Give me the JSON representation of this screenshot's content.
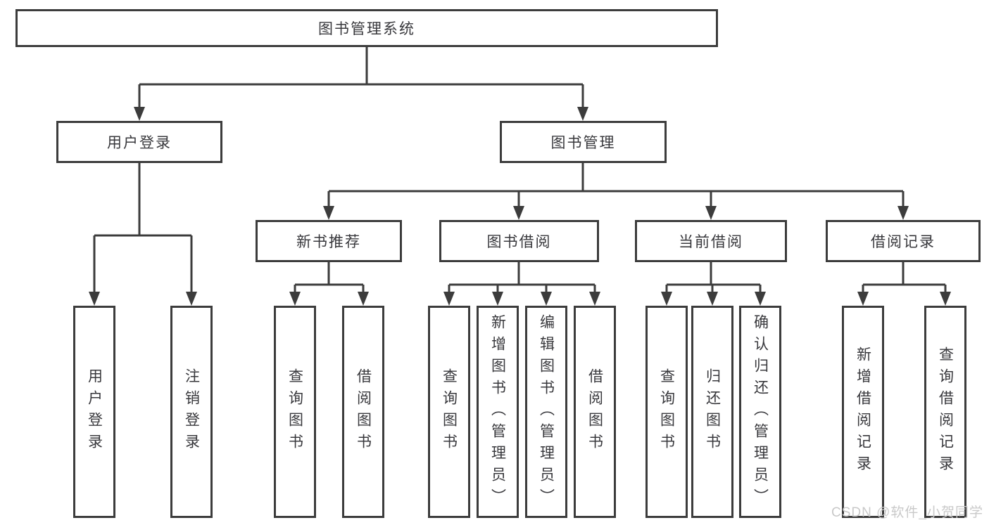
{
  "colors": {
    "line": "#3c3c3c",
    "box_border": "#3c3c3c",
    "text": "#38383c",
    "watermark": "#c9c9c9",
    "background": "#ffffff"
  },
  "watermark": "CSDN @软件_小贺同学",
  "tree": {
    "root": {
      "label": "图书管理系统",
      "children": [
        {
          "label": "用户登录",
          "children": [
            {
              "label": "用户登录"
            },
            {
              "label": "注销登录"
            }
          ]
        },
        {
          "label": "图书管理",
          "children": [
            {
              "label": "新书推荐",
              "children": [
                {
                  "label": "查询图书"
                },
                {
                  "label": "借阅图书"
                }
              ]
            },
            {
              "label": "图书借阅",
              "children": [
                {
                  "label": "查询图书"
                },
                {
                  "label": "新增图书（管理员）"
                },
                {
                  "label": "编辑图书（管理员）"
                },
                {
                  "label": "借阅图书"
                }
              ]
            },
            {
              "label": "当前借阅",
              "children": [
                {
                  "label": "查询图书"
                },
                {
                  "label": "归还图书"
                },
                {
                  "label": "确认归还（管理员）"
                }
              ]
            },
            {
              "label": "借阅记录",
              "children": [
                {
                  "label": "新增借阅记录"
                },
                {
                  "label": "查询借阅记录"
                }
              ]
            }
          ]
        }
      ]
    }
  }
}
